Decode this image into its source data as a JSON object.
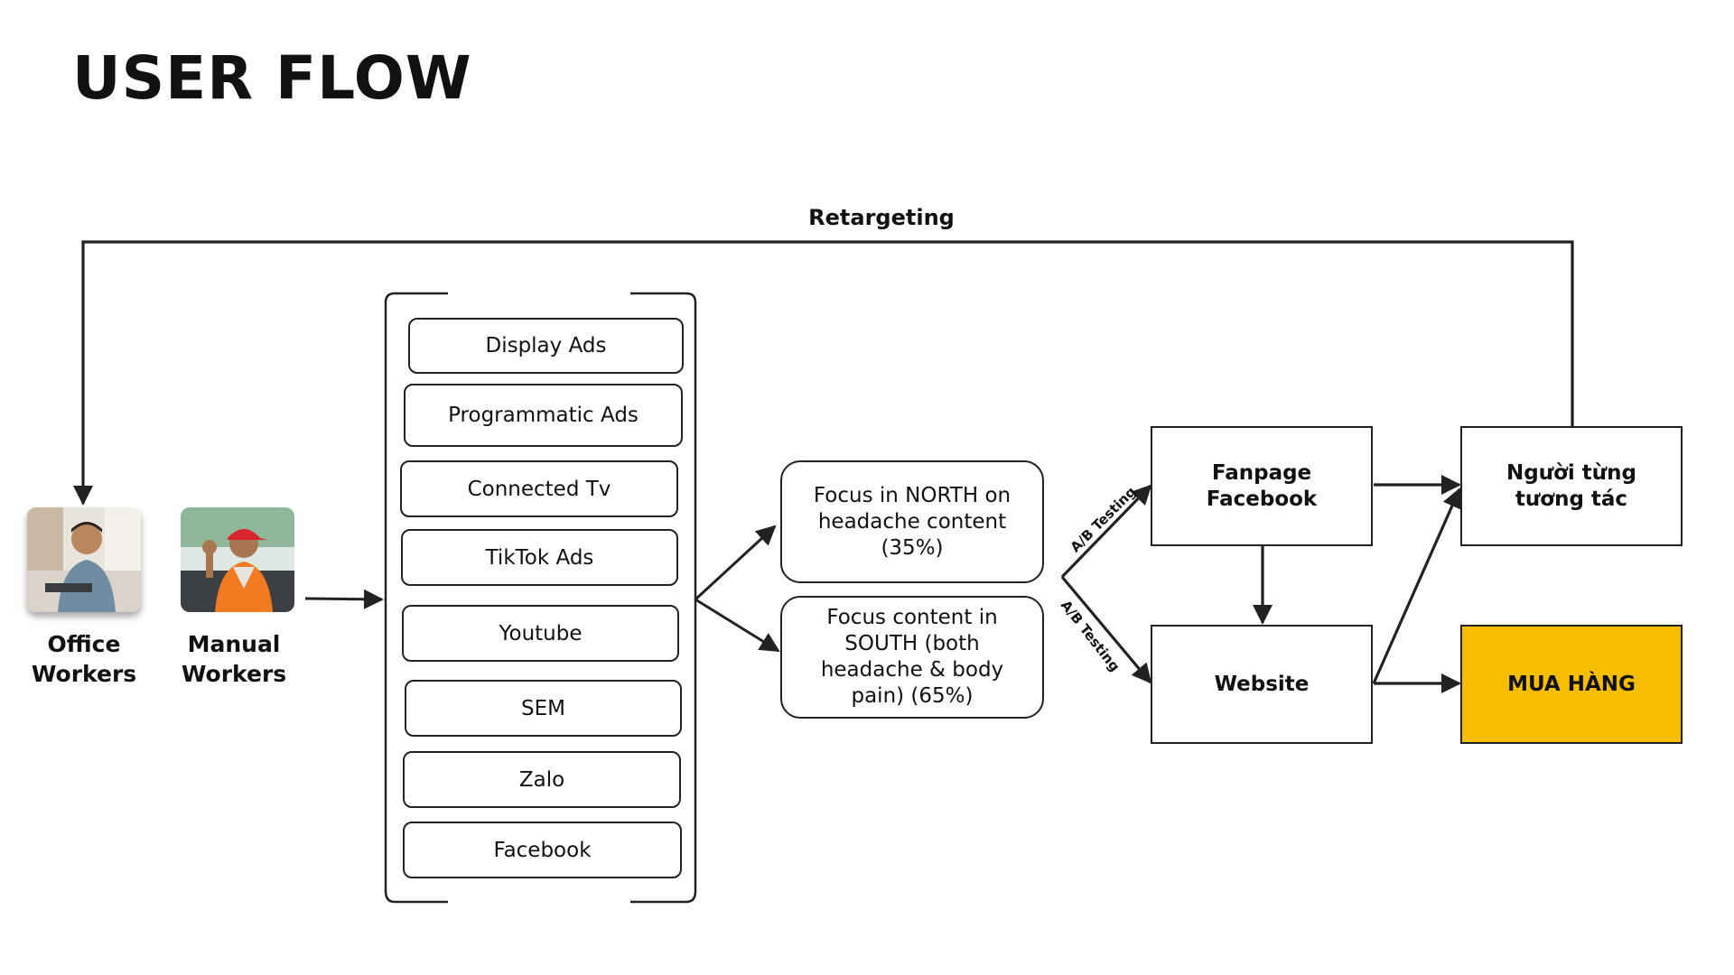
{
  "page": {
    "title": "USER FLOW"
  },
  "retargeting": {
    "label": "Retargeting"
  },
  "audiences": [
    {
      "name": "Office Workers"
    },
    {
      "name": "Manual Workers"
    }
  ],
  "channels": [
    "Display Ads",
    "Programmatic Ads",
    "Connected Tv",
    "TikTok Ads",
    "Youtube",
    "SEM",
    "Zalo",
    "Facebook"
  ],
  "focus": [
    {
      "text": "Focus in NORTH on headache content (35%)"
    },
    {
      "text": "Focus content in SOUTH (both headache & body pain) (65%)"
    }
  ],
  "ab_testing": [
    "A/B Testing",
    "A/B Testing"
  ],
  "nodes": {
    "fanpage": "Fanpage Facebook",
    "website": "Website",
    "interacted": "Người từng tương tác",
    "purchase": "MUA HÀNG"
  },
  "colors": {
    "purchase_fill": "#F7BE00",
    "line": "#222222"
  }
}
